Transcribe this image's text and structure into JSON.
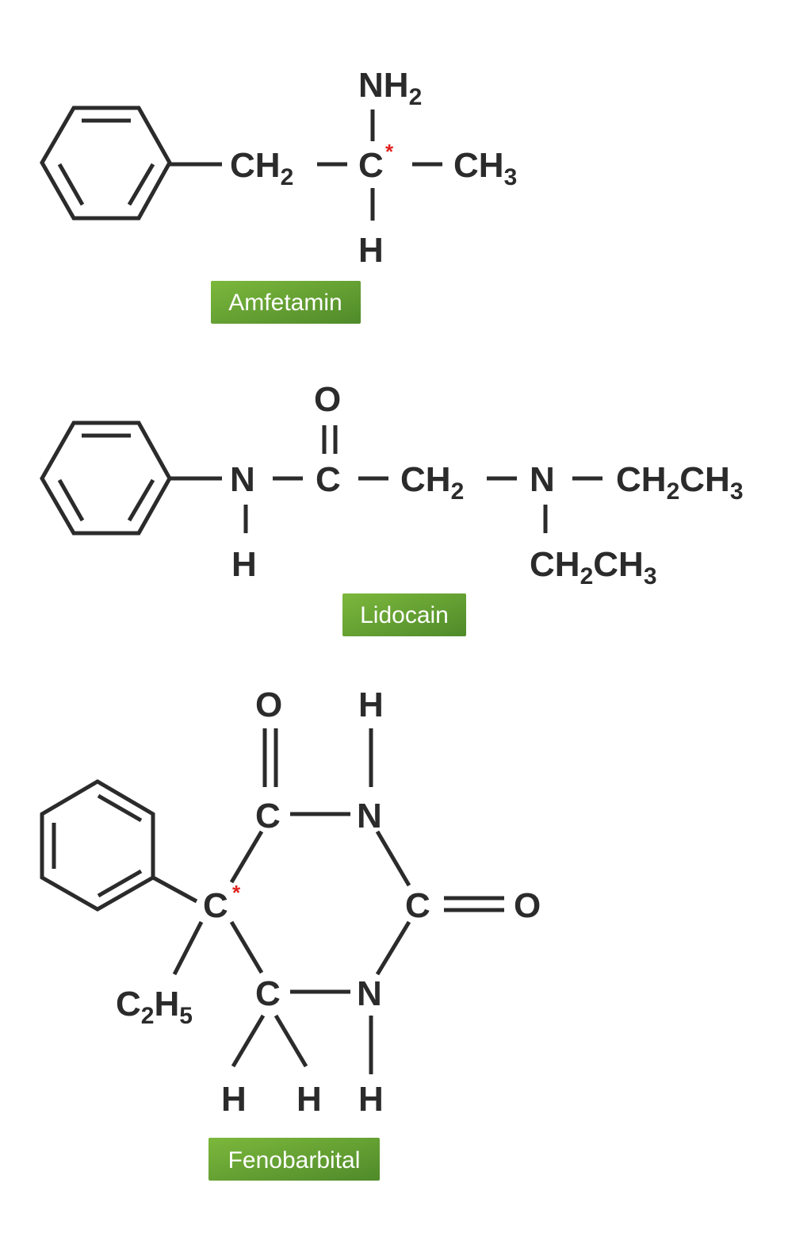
{
  "colors": {
    "ink": "#2b2b2b",
    "stereo_marker": "#e0221f",
    "label_green_light": "#7cb83c",
    "label_green_dark": "#4f8a2a"
  },
  "molecules": [
    {
      "name": "Amfetamin",
      "atoms": {
        "nh": "NH",
        "nh_sub": "2",
        "ch2": "CH",
        "ch2_sub": "2",
        "c": "C",
        "c_star": "*",
        "ch3": "CH",
        "ch3_sub": "3",
        "h": "H"
      }
    },
    {
      "name": "Lidocain",
      "atoms": {
        "o": "O",
        "n1": "N",
        "h1": "H",
        "c": "C",
        "ch2": "CH",
        "ch2_sub": "2",
        "n2": "N",
        "ethyl1_a": "CH",
        "ethyl1_sub": "2",
        "ethyl1_b": "CH",
        "ethyl1_sub2": "3",
        "ethyl2_a": "CH",
        "ethyl2_sub": "2",
        "ethyl2_b": "CH",
        "ethyl2_sub2": "3"
      }
    },
    {
      "name": "Fenobarbital",
      "atoms": {
        "o1": "O",
        "h_top": "H",
        "c_top": "C",
        "n_top": "N",
        "c_star": "C",
        "c_star_mark": "*",
        "c_right": "C",
        "o2": "O",
        "c_bottom": "C",
        "n_bottom": "N",
        "et_c": "C",
        "et_sub1": "2",
        "et_h": "H",
        "et_sub2": "5",
        "h_b1": "H",
        "h_b2": "H",
        "h_b3": "H"
      }
    }
  ]
}
